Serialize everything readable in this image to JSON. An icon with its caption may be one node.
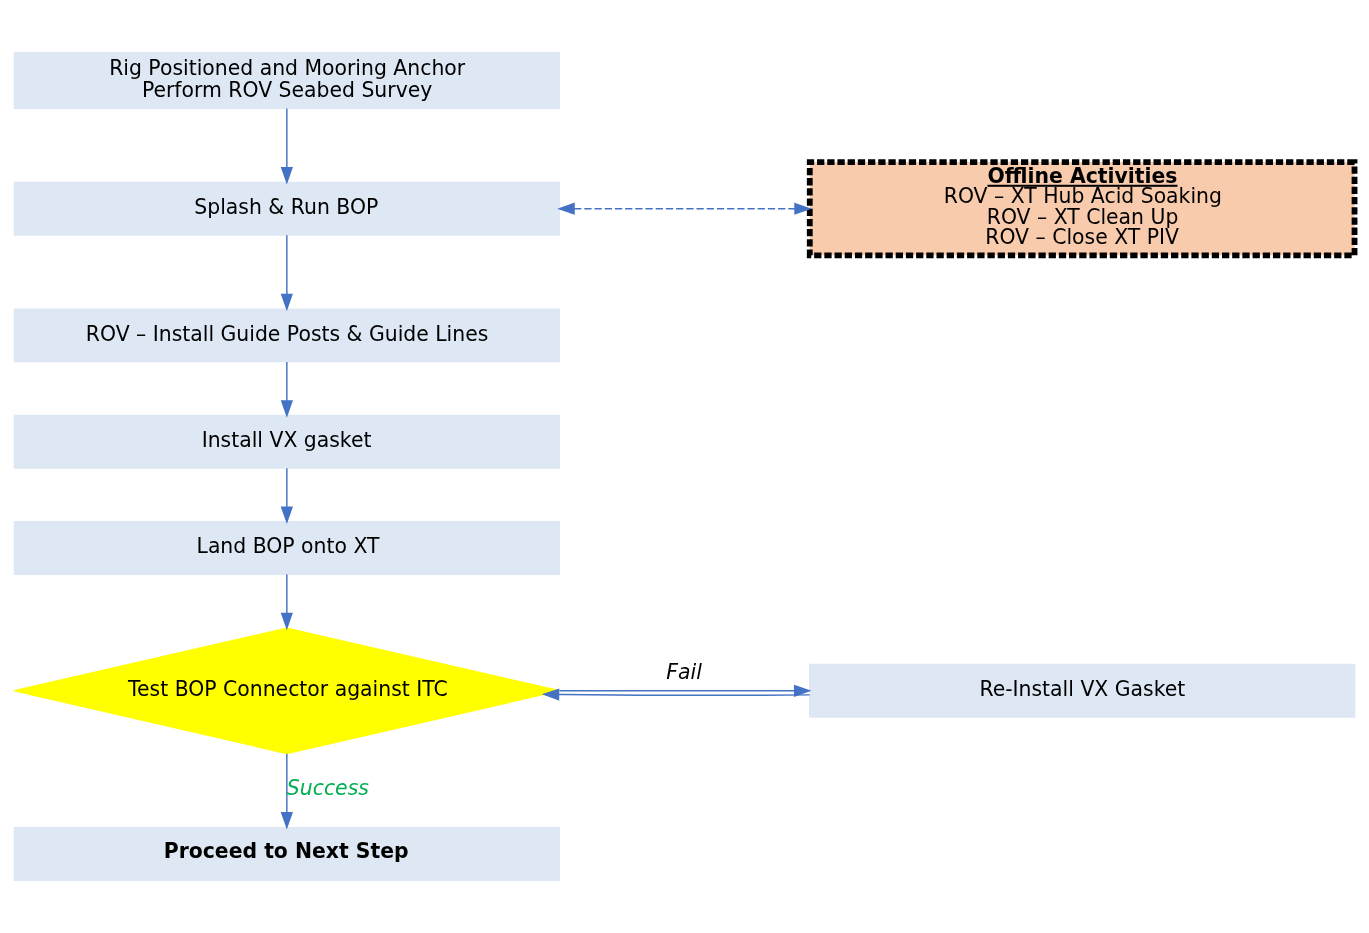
{
  "diagram": {
    "nodes": [
      {
        "text": [
          "Rig Positioned and Mooring Anchor",
          "Perform ROV Seabed Survey"
        ]
      },
      {
        "text": [
          "Splash & Run BOP"
        ]
      },
      {
        "text": [
          "Offline Activities",
          "ROV – XT Hub Acid Soaking",
          "ROV – XT Clean Up",
          "ROV – Close XT PIV"
        ]
      },
      {
        "text": [
          "ROV – Install Guide Posts & Guide Lines"
        ]
      },
      {
        "text": [
          "Install VX gasket"
        ]
      },
      {
        "text": [
          "Land BOP onto XT"
        ]
      },
      {
        "text": [
          "Test BOP Connector against ITC"
        ]
      },
      {
        "text": [
          "Re-Install VX Gasket"
        ]
      },
      {
        "text": [
          "Proceed to Next Step"
        ]
      }
    ],
    "edges": [
      {
        "from": 0,
        "to": 1,
        "arrow": "to"
      },
      {
        "from": 1,
        "to": 2,
        "arrow": "both",
        "style": "dashed"
      },
      {
        "from": 1,
        "to": 3,
        "arrow": "to"
      },
      {
        "from": 3,
        "to": 4,
        "arrow": "to"
      },
      {
        "from": 4,
        "to": 5,
        "arrow": "to"
      },
      {
        "from": 5,
        "to": 6,
        "arrow": "to"
      },
      {
        "from": 6,
        "to": 7,
        "arrow": "to",
        "label": "Fail"
      },
      {
        "from": 7,
        "to": 6,
        "arrow": "to"
      },
      {
        "from": 6,
        "to": 8,
        "arrow": "to",
        "label": "Success"
      }
    ]
  }
}
